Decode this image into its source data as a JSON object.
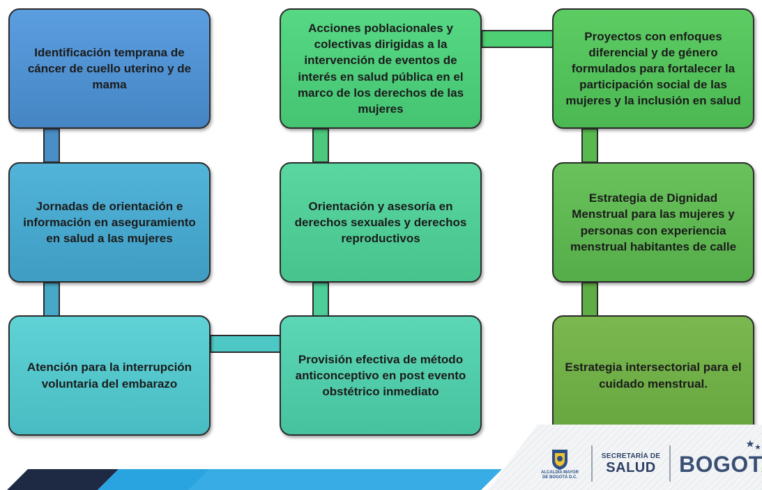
{
  "diagram": {
    "boxes": [
      {
        "id": "b1",
        "text": "Identificación temprana de cáncer de cuello uterino y de mama"
      },
      {
        "id": "b2",
        "text": "Jornadas de orientación e información en aseguramiento en salud a las mujeres"
      },
      {
        "id": "b3",
        "text": "Atención para la interrupción voluntaria del embarazo"
      },
      {
        "id": "b4",
        "text": "Acciones poblacionales y colectivas dirigidas a la intervención de eventos de interés en salud pública en el marco de los derechos de las mujeres"
      },
      {
        "id": "b5",
        "text": "Orientación y asesoría en derechos sexuales y derechos reproductivos"
      },
      {
        "id": "b6",
        "text": "Provisión efectiva de método anticonceptivo en post evento obstétrico inmediato"
      },
      {
        "id": "b7",
        "text": "Proyectos con enfoques diferencial y de género formulados para fortalecer la participación social de las mujeres y la inclusión en salud"
      },
      {
        "id": "b8",
        "text": "Estrategia de Dignidad Menstrual para las mujeres y personas con experiencia menstrual habitantes de calle"
      },
      {
        "id": "b9",
        "text": "Estrategia intersectorial para el cuidado menstrual."
      }
    ],
    "connections": [
      [
        "b1",
        "b2"
      ],
      [
        "b2",
        "b3"
      ],
      [
        "b3",
        "b6"
      ],
      [
        "b6",
        "b5"
      ],
      [
        "b5",
        "b4"
      ],
      [
        "b4",
        "b7"
      ],
      [
        "b7",
        "b8"
      ],
      [
        "b8",
        "b9"
      ]
    ]
  },
  "footer": {
    "alcaldia_line1": "ALCALDÍA MAYOR",
    "alcaldia_line2": "DE BOGOTÁ D.C.",
    "secretaria_small": "SECRETARÍA DE",
    "secretaria_big": "SALUD",
    "city": "BOGOTA",
    "colors": {
      "navy": "#2c3f63",
      "blue": "#2aa4e0",
      "dark": "#1e2a44"
    }
  }
}
